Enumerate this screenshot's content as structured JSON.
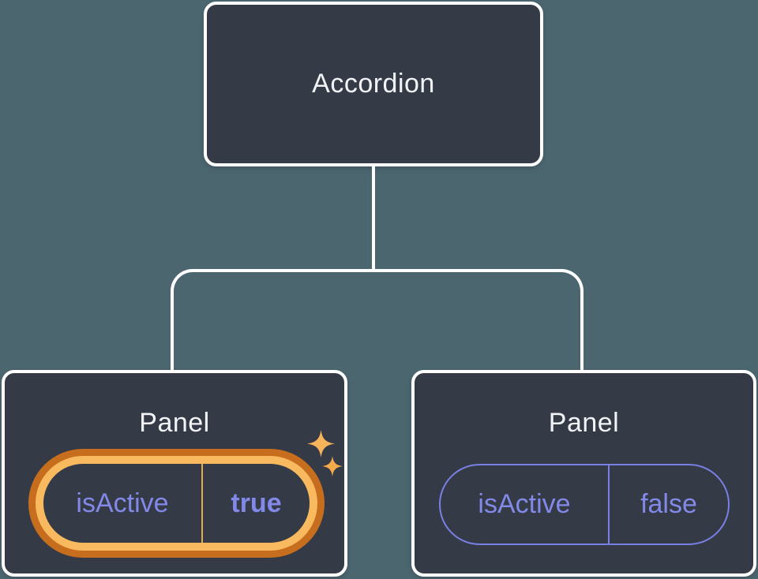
{
  "diagram": {
    "type": "component-tree",
    "root": {
      "label": "Accordion"
    },
    "children": [
      {
        "label": "Panel",
        "state": {
          "key": "isActive",
          "value": "true",
          "highlighted": true
        }
      },
      {
        "label": "Panel",
        "state": {
          "key": "isActive",
          "value": "false",
          "highlighted": false
        }
      }
    ],
    "icons": {
      "sparkle_large": "sparkle-icon",
      "sparkle_small": "sparkle-icon"
    },
    "colors": {
      "background": "#4C6670",
      "node_fill": "#343A46",
      "node_border": "#FFFFFF",
      "node_label_text": "#F2F3F6",
      "state_text_purple": "#8289E8",
      "pill_outline_purple": "#7880E4",
      "highlight_ring_inner": "#F9B95F",
      "highlight_ring_outer": "#C76E1E",
      "highlight_divider": "#EBA94F",
      "sparkle_amber": "#F7B45A"
    }
  }
}
